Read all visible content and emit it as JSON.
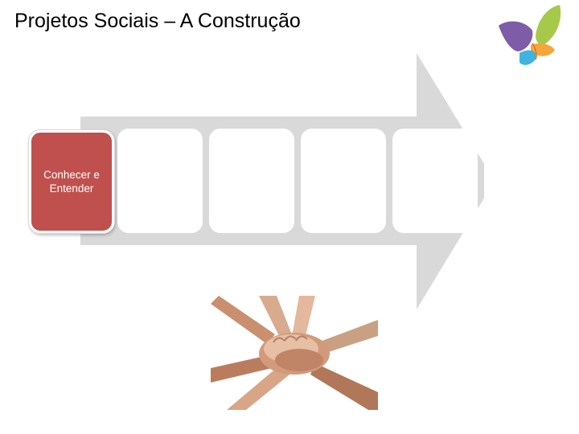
{
  "slide": {
    "title": "Projetos Sociais – A Construção"
  },
  "process": {
    "steps": [
      {
        "label": "Conhecer e Entender",
        "active": true
      },
      {
        "label": "",
        "active": false
      },
      {
        "label": "",
        "active": false
      },
      {
        "label": "",
        "active": false
      },
      {
        "label": "",
        "active": false
      }
    ]
  },
  "colors": {
    "arrow": "#d9d9d9",
    "active_step": "#c0504d",
    "logo_purple": "#7e5ca8",
    "logo_green": "#a6c94a",
    "logo_orange": "#f4a63b",
    "logo_blue": "#3fb4e0"
  },
  "images": {
    "logo": "butterfly-logo",
    "photo": "stacked-hands-photo"
  }
}
